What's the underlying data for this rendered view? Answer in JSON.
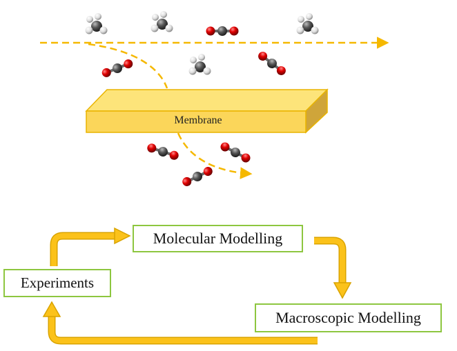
{
  "membrane": {
    "label": "Membrane"
  },
  "cycle": {
    "molecular_modelling": "Molecular Modelling",
    "macroscopic_modelling": "Macroscopic Modelling",
    "experiments": "Experiments"
  },
  "molecules": {
    "methane": 4,
    "co2_feed": 3,
    "co2_permeate": 3
  },
  "colors": {
    "membrane_top": "#fde47a",
    "membrane_front": "#fbd65a",
    "membrane_side": "#cfa53a",
    "membrane_edge": "#e9b400",
    "arrow": "#f5b800",
    "box_border": "#8dc63f",
    "oxygen": "#e00000",
    "carbon": "#555555",
    "hydrogen": "#eeeeee"
  }
}
